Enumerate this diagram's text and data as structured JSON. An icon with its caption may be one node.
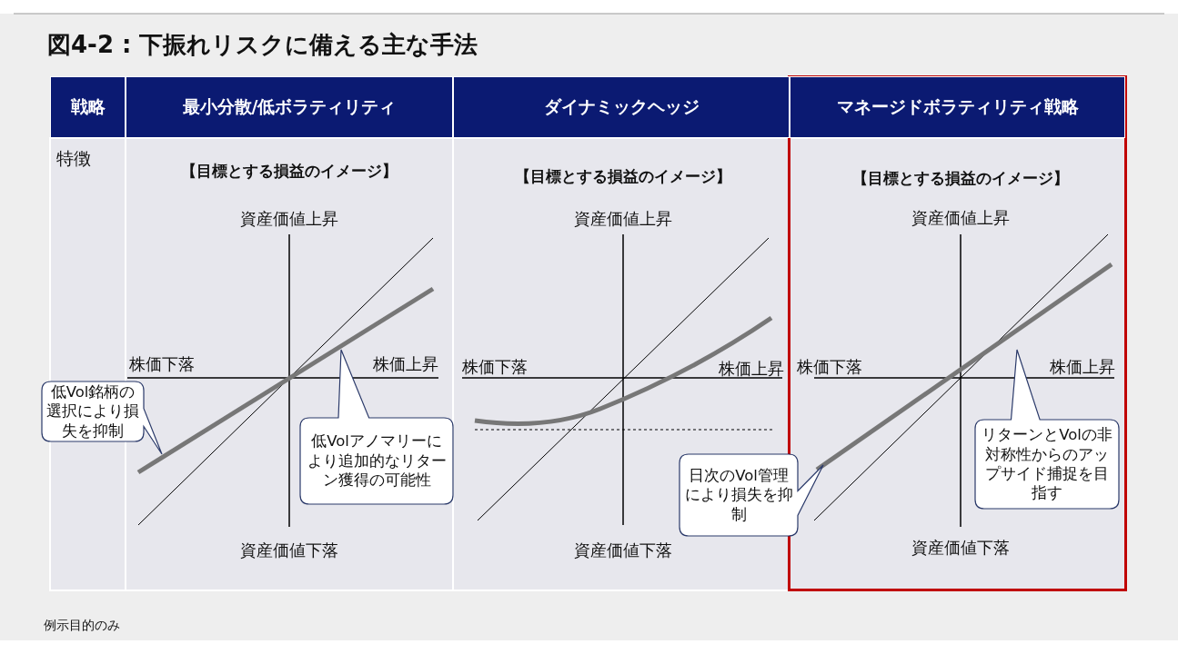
{
  "diagram": {
    "title": "図4-2 : 下振れリスクに備える主な手法",
    "nodes": [
      {
        "text": [
          "戦略"
        ]
      },
      {
        "text": [
          "最小分散/低ボラティリティ"
        ]
      },
      {
        "text": [
          "ダイナミックヘッジ"
        ]
      },
      {
        "text": [
          "マネージドボラティリティ戦略"
        ]
      },
      {
        "text": [
          "低Vol銘柄の選択により損失を抑制"
        ]
      },
      {
        "text": [
          "低Volアノマリーにより追加的なリターン獲得の可能性"
        ]
      },
      {
        "text": [
          "日次のVol管理により損失を抑制"
        ]
      },
      {
        "text": [
          "リターンとVolの非対称性からのアップサイド捕捉を目指す"
        ]
      }
    ],
    "labels": [
      "特徴",
      "【目標とする損益のイメージ】",
      "資産価値上昇",
      "株価下落",
      "株価上昇",
      "資産価値下落",
      "【目標とする損益のイメージ】",
      "資産価値上昇",
      "株価下落",
      "株価上昇",
      "資産価値下落",
      "【目標とする損益のイメージ】",
      "資産価値上昇",
      "株価下落",
      "株価上昇",
      "資産価値下落",
      "例示目的のみ"
    ]
  }
}
